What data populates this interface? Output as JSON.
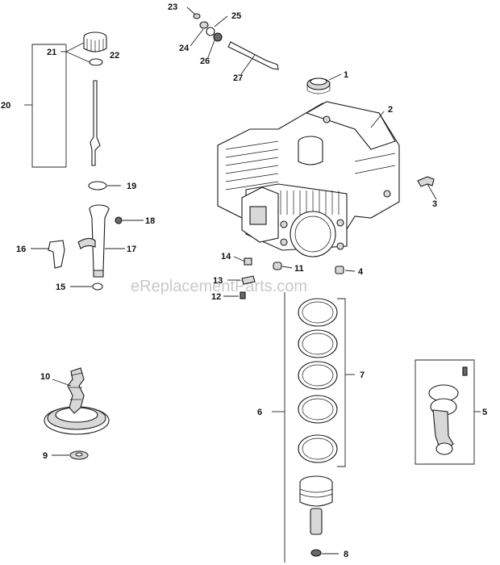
{
  "watermark": "eReplacementParts.com",
  "callouts": {
    "c1": "1",
    "c2": "2",
    "c3": "3",
    "c4": "4",
    "c5": "5",
    "c6": "6",
    "c7": "7",
    "c8": "8",
    "c9": "9",
    "c10": "10",
    "c11": "11",
    "c12": "12",
    "c13": "13",
    "c14": "14",
    "c15": "15",
    "c16": "16",
    "c17": "17",
    "c18": "18",
    "c19": "19",
    "c20": "20",
    "c21": "21",
    "c22": "22",
    "c23": "23",
    "c24": "24",
    "c25": "25",
    "c26": "26",
    "c27": "27"
  }
}
